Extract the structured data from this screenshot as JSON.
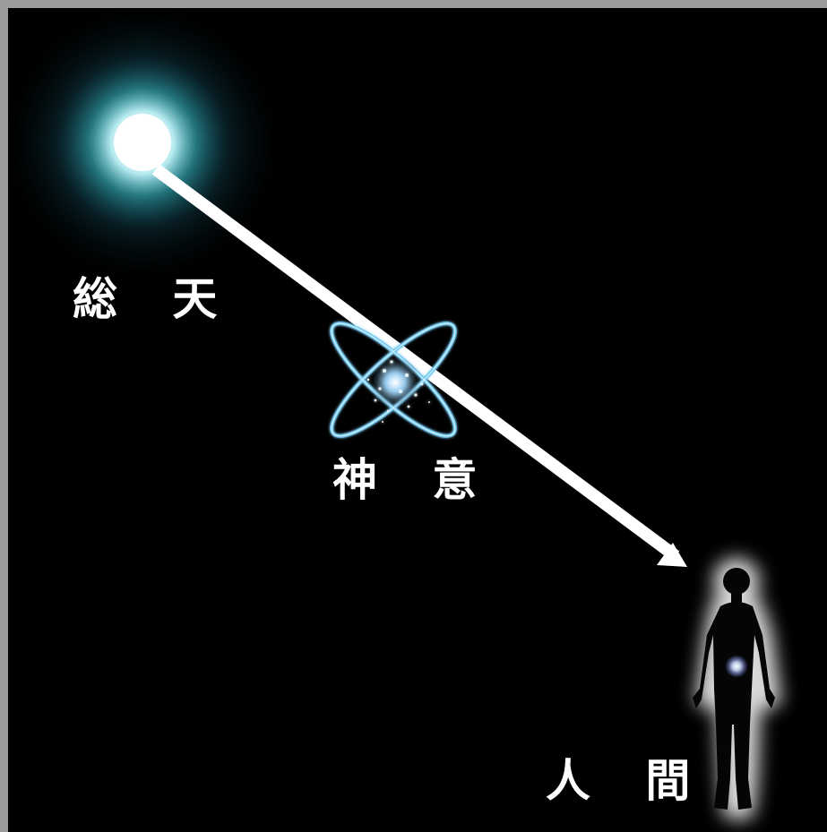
{
  "labels": {
    "heaven": "総 天",
    "divine_will": "神 意",
    "human": "人 間"
  },
  "colors": {
    "background": "#000000",
    "frame": "#9b9b9b",
    "star_core": "#ffffff",
    "star_glow": "#3fd0e0",
    "arrow": "#ffffff",
    "orbit": "#58b8e8",
    "human_glow": "#d9d9d9",
    "human_silhouette": "#050505"
  },
  "icons": {
    "source": "glowing-star-icon",
    "divine": "orbit-cross-icon",
    "human": "human-silhouette-icon"
  }
}
